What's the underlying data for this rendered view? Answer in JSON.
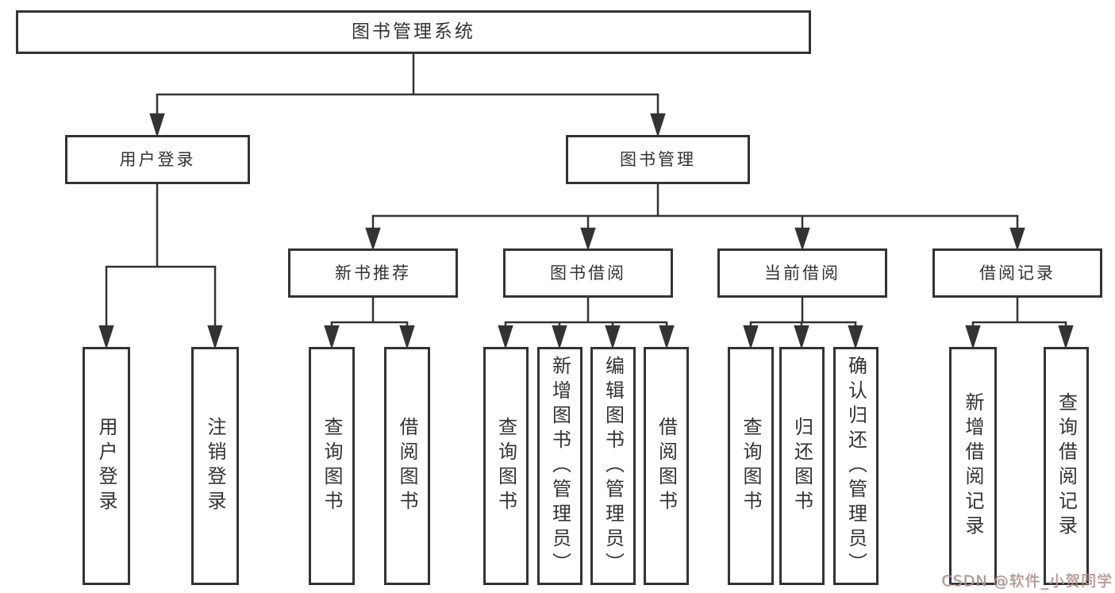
{
  "diagram": {
    "title_node": {
      "label": "图书管理系统"
    },
    "level2": {
      "user_login": {
        "label": "用户登录"
      },
      "book_management": {
        "label": "图书管理"
      }
    },
    "level3": {
      "new_book_recommend": {
        "label": "新书推荐"
      },
      "book_borrow": {
        "label": "图书借阅"
      },
      "current_borrow": {
        "label": "当前借阅"
      },
      "borrow_records": {
        "label": "借阅记录"
      }
    },
    "leaves": {
      "user_login_leaf": {
        "label": "用户登录"
      },
      "logout_leaf": {
        "label": "注销登录"
      },
      "query_book_recommend": {
        "label": "查询图书"
      },
      "borrow_book_recommend": {
        "label": "借阅图书"
      },
      "query_book_borrow": {
        "label": "查询图书"
      },
      "add_book_admin": {
        "label": "新增图书（管理员）"
      },
      "edit_book_admin": {
        "label": "编辑图书（管理员）"
      },
      "borrow_book_borrow": {
        "label": "借阅图书"
      },
      "query_book_current": {
        "label": "查询图书"
      },
      "return_book": {
        "label": "归还图书"
      },
      "confirm_return_admin": {
        "label": "确认归还（管理员）"
      },
      "add_borrow_record": {
        "label": "新增借阅记录"
      },
      "query_borrow_record": {
        "label": "查询借阅记录"
      }
    },
    "watermark": {
      "text": "CSDN @软件_小贺同学"
    },
    "colors": {
      "line": "#333333",
      "text": "#333333",
      "background": "#ffffff",
      "watermark": "#9b9b9b"
    }
  }
}
